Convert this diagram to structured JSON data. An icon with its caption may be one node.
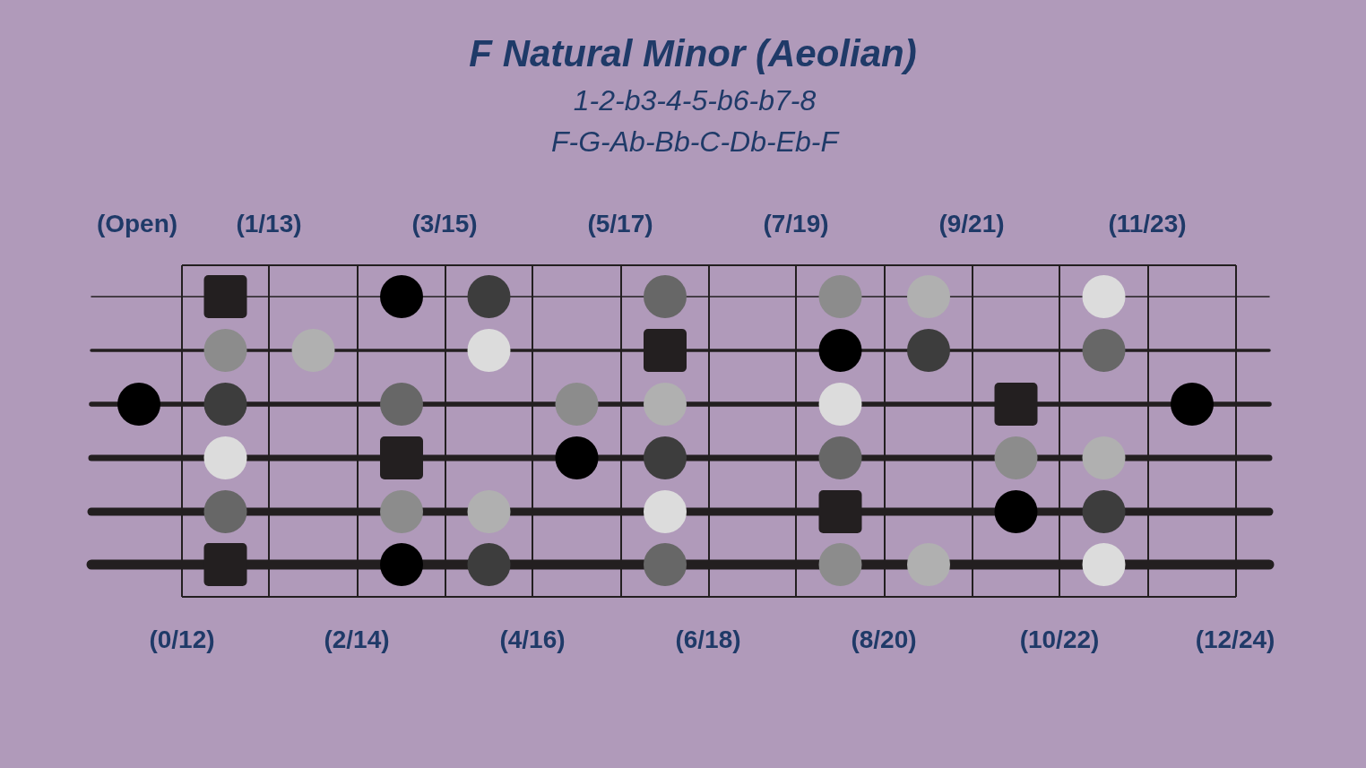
{
  "diagram": {
    "title": "F Natural Minor (Aeolian)",
    "labels": [
      "1-2-b3-4-5-b6-b7-8",
      "F-G-Ab-Bb-C-Db-Eb-F",
      "(Open)",
      "(1/13)",
      "(3/15)",
      "(5/17)",
      "(7/19)",
      "(9/21)",
      "(11/23)",
      "(0/12)",
      "(2/14)",
      "(4/16)",
      "(6/18)",
      "(8/20)",
      "(10/22)",
      "(12/24)"
    ]
  }
}
